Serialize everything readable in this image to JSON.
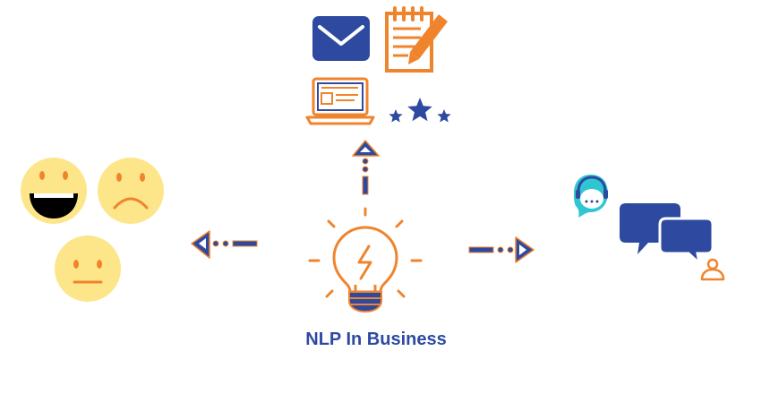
{
  "caption": "NLP In Business",
  "colors": {
    "navy": "#2e4aa0",
    "orange": "#f0842c",
    "face_yellow": "#fde68a",
    "teal": "#2fc6d2"
  },
  "center": {
    "icon": "lightbulb-icon"
  },
  "top_group": {
    "icons": [
      "envelope-icon",
      "notepad-pencil-icon",
      "laptop-icon",
      "rating-stars-icon"
    ]
  },
  "left_group": {
    "icons": [
      "laughing-face-icon",
      "sad-face-icon",
      "neutral-face-icon"
    ]
  },
  "right_group": {
    "icons": [
      "headset-agent-icon",
      "chat-bubbles-icon",
      "user-icon"
    ]
  },
  "arrows": [
    "arrow-up",
    "arrow-left",
    "arrow-right"
  ]
}
